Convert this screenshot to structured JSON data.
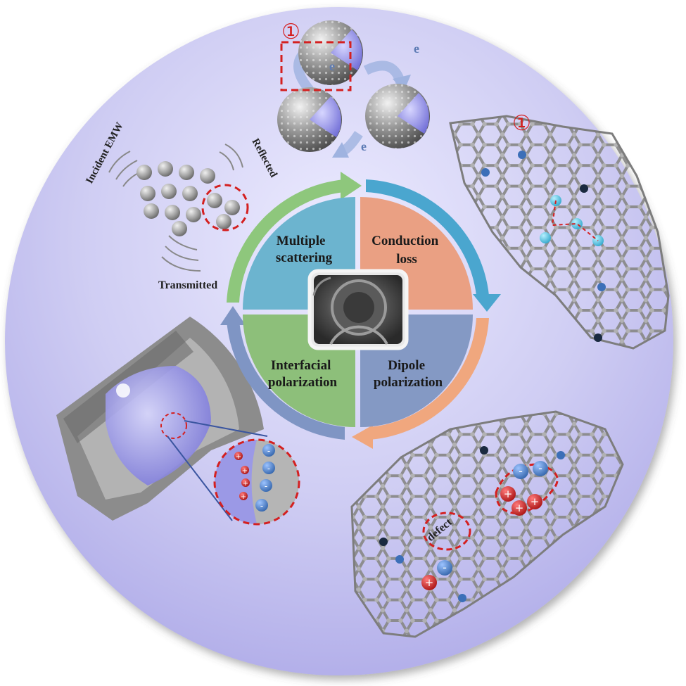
{
  "quadrants": {
    "top_left": "Multiple scattering",
    "top_right": "Conduction loss",
    "bottom_right": "Dipole polarization",
    "bottom_left": "Interfacial polarization"
  },
  "quadrant_lines": {
    "top_left": [
      "Multiple",
      "scattering"
    ],
    "top_right": [
      "Conduction",
      "loss"
    ],
    "bottom_right": [
      "Dipole",
      "polarization"
    ],
    "bottom_left": [
      "Interfacial",
      "polarization"
    ]
  },
  "scattering_labels": {
    "incident": "Incident EMW",
    "reflected": "Reflected",
    "transmitted": "Transmitted"
  },
  "conduction": {
    "badge_top": "①",
    "badge_right": "①",
    "electron": "e"
  },
  "charges": {
    "plus": "+",
    "minus": "-"
  },
  "defect_label": "defect",
  "colors": {
    "background_disc": "#c9c8f0",
    "scattering_quadrant": "#6cb4cf",
    "conduction_quadrant": "#eaa083",
    "dipole_quadrant": "#8499c4",
    "interfacial_quadrant": "#8dbf7a",
    "green_arrow": "#8ec77c",
    "blue_arrow": "#4aa6cf",
    "orange_arrow": "#f0a77e",
    "steel_arrow": "#7f95c4",
    "dashed_red": "#d42020",
    "positive_charge": "#c41818",
    "negative_charge": "#3f78c0"
  }
}
